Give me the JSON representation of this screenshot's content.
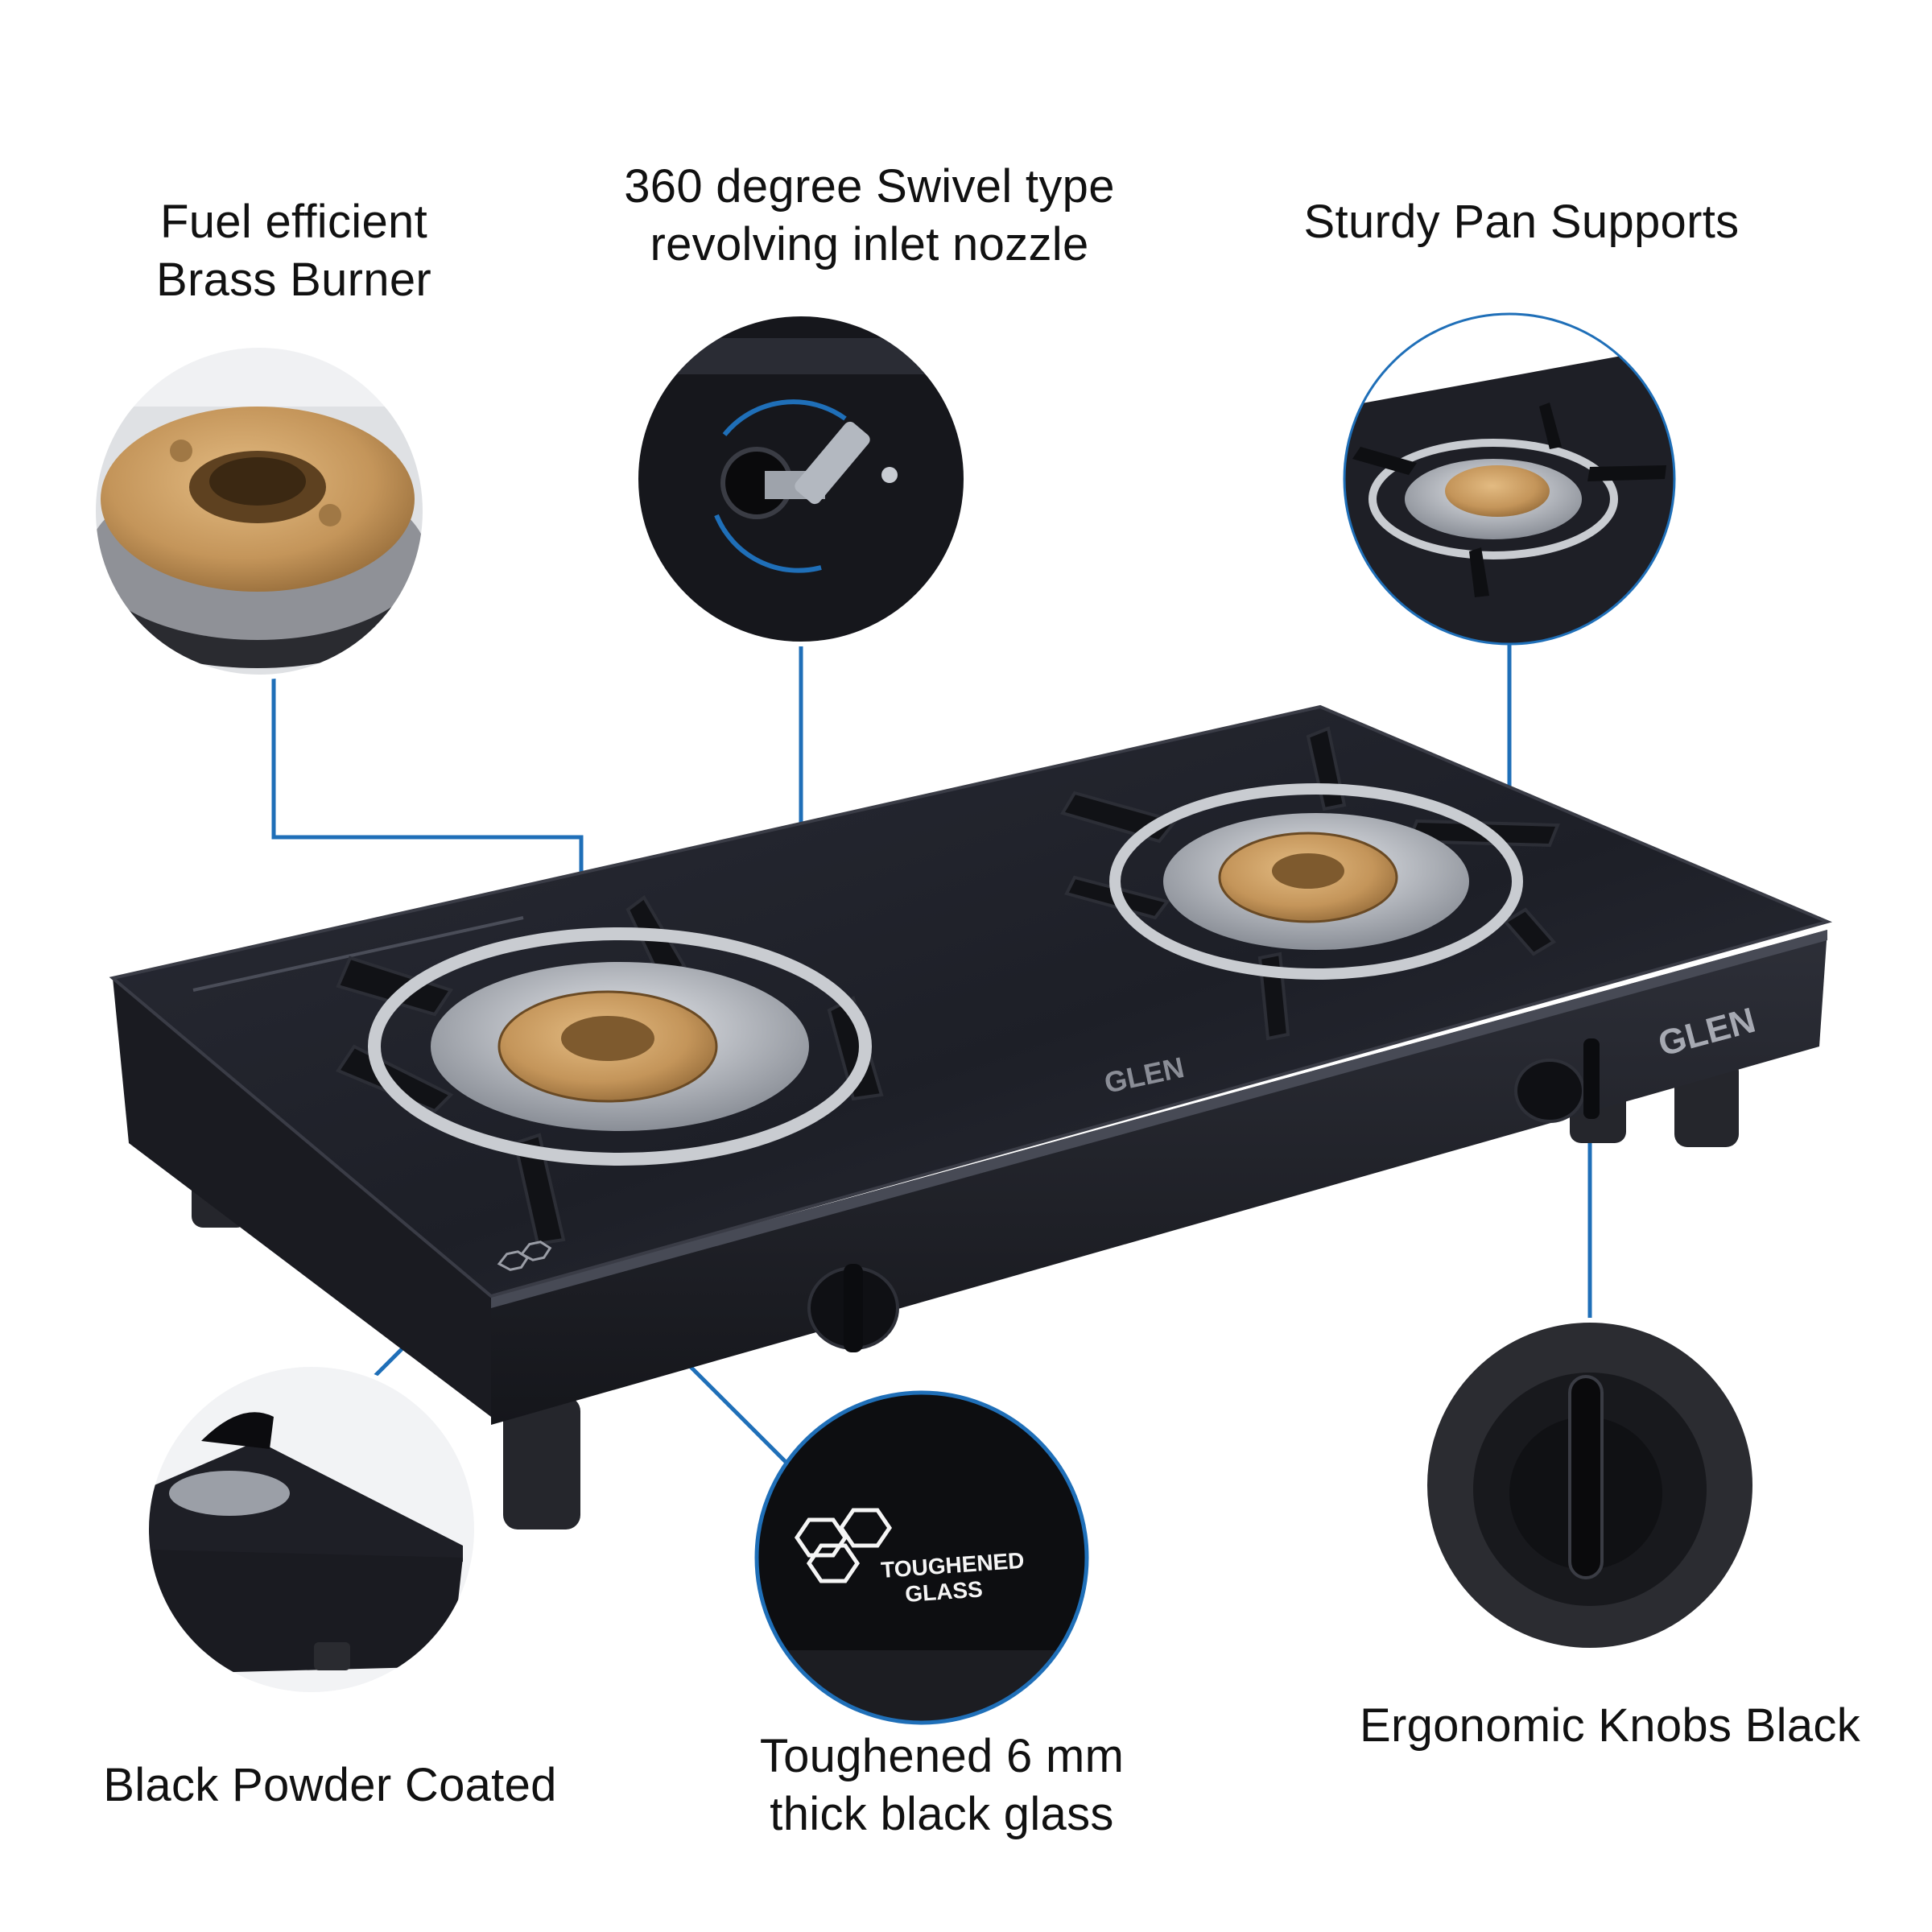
{
  "features": {
    "brass_burner": {
      "lines": [
        "Fuel efficient",
        "Brass Burner"
      ]
    },
    "swivel_nozzle": {
      "lines": [
        "360 degree Swivel type",
        "revolving inlet nozzle"
      ]
    },
    "pan_supports": {
      "lines": [
        "Sturdy Pan Supports"
      ]
    },
    "powder_coated": {
      "lines": [
        "Black Powder Coated"
      ]
    },
    "toughened_glass": {
      "lines": [
        "Toughened 6 mm",
        "thick black glass"
      ]
    },
    "ergonomic_knobs": {
      "lines": [
        "Ergonomic Knobs Black"
      ]
    }
  },
  "product": {
    "brand_top": "GLEN",
    "brand_front": "GLEN",
    "glass_badge_line1": "TOUGHENED",
    "glass_badge_line2": "GLASS"
  },
  "colors": {
    "connector_blue": "#1f6fb8",
    "glass_black": "#1e1f26",
    "brass": "#c4955a",
    "steel": "#b8bcc2"
  }
}
